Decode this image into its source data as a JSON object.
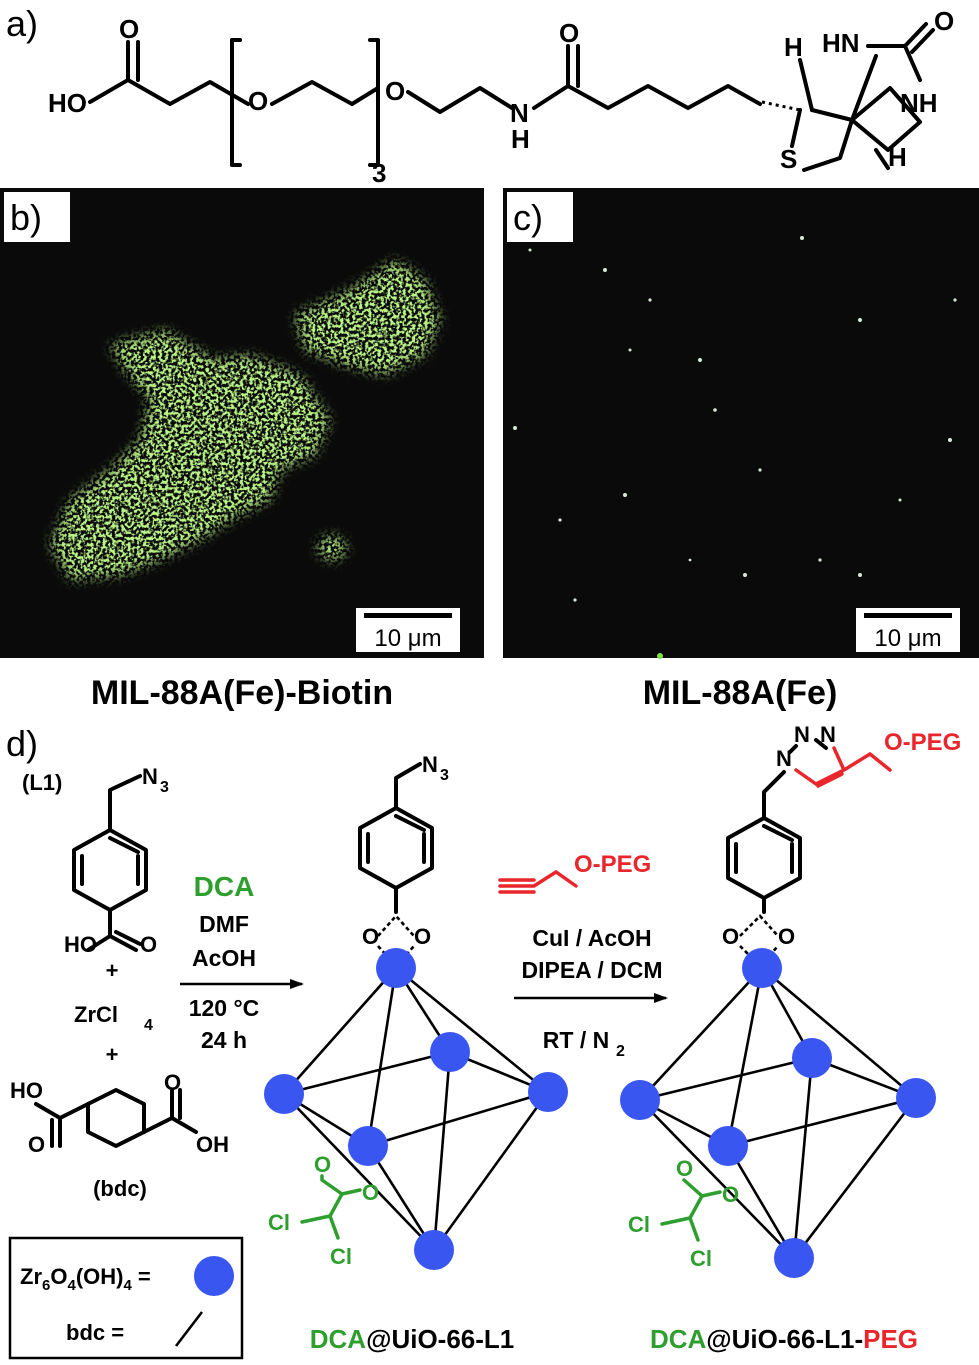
{
  "panels": {
    "a": {
      "label": "a)"
    },
    "b": {
      "label": "b)",
      "scale_bar": "10 μm",
      "caption": "MIL-88A(Fe)-Biotin"
    },
    "c": {
      "label": "c)",
      "scale_bar": "10 μm",
      "caption": "MIL-88A(Fe)"
    },
    "d": {
      "label": "d)"
    }
  },
  "molecule_a": {
    "ho": "HO",
    "o_carbonyl": "O",
    "o_peg": "O",
    "o_ether": "O",
    "subscript": "3",
    "n_amide": "N",
    "h_amide": "H",
    "hn_top": "HN",
    "o_urea": "O",
    "nh_right": "NH",
    "h_top": "H",
    "h_bottom": "H",
    "s": "S"
  },
  "scheme": {
    "l1_label": "(L1)",
    "n3": "N",
    "n3_sub": "3",
    "ho_acid": "HO",
    "o_acid": "O",
    "plus": "+",
    "zrcl4": "ZrCl",
    "zrcl4_sub": "4",
    "bdc_ho": "HO",
    "bdc_o1": "O",
    "bdc_o2": "O",
    "bdc_oh": "OH",
    "bdc_label": "(bdc)",
    "cond1": {
      "dca": "DCA",
      "solvent1": "DMF",
      "solvent2": "AcOH",
      "temp": "120 °C",
      "time": "24 h"
    },
    "mid_n3": "N",
    "mid_n3_sub": "3",
    "carboxylate_o1": "O",
    "carboxylate_o2": "O",
    "dca_o1": "O",
    "dca_o2": "O",
    "cl1": "Cl",
    "cl2": "Cl",
    "alkyne_peg": "O-PEG",
    "cond2": {
      "line1": "CuI / AcOH",
      "line2": "DIPEA / DCM",
      "line3": "RT / N",
      "line3_sub": "2"
    },
    "triazole_n1": "N",
    "triazole_n2": "N",
    "triazole_n3": "N",
    "product_peg": "O-PEG",
    "legend": {
      "zr_label": "Zr",
      "zr_sub1": "6",
      "zr_o": "O",
      "zr_sub2": "4",
      "zr_oh": "(OH)",
      "zr_sub3": "4",
      "eq": " =",
      "bdc_label": "bdc ="
    },
    "name_mid": {
      "part1": "DCA",
      "part2": "@UiO-66-L1"
    },
    "name_right": {
      "part1": "DCA",
      "part2": "@UiO-66-L1-",
      "part3": "PEG"
    }
  },
  "colors": {
    "green": "#2e9e2e",
    "red": "#e8262b",
    "node": "#3a56f0",
    "image_bg": "#0a0a0a",
    "fluor": "#7ee43c"
  }
}
